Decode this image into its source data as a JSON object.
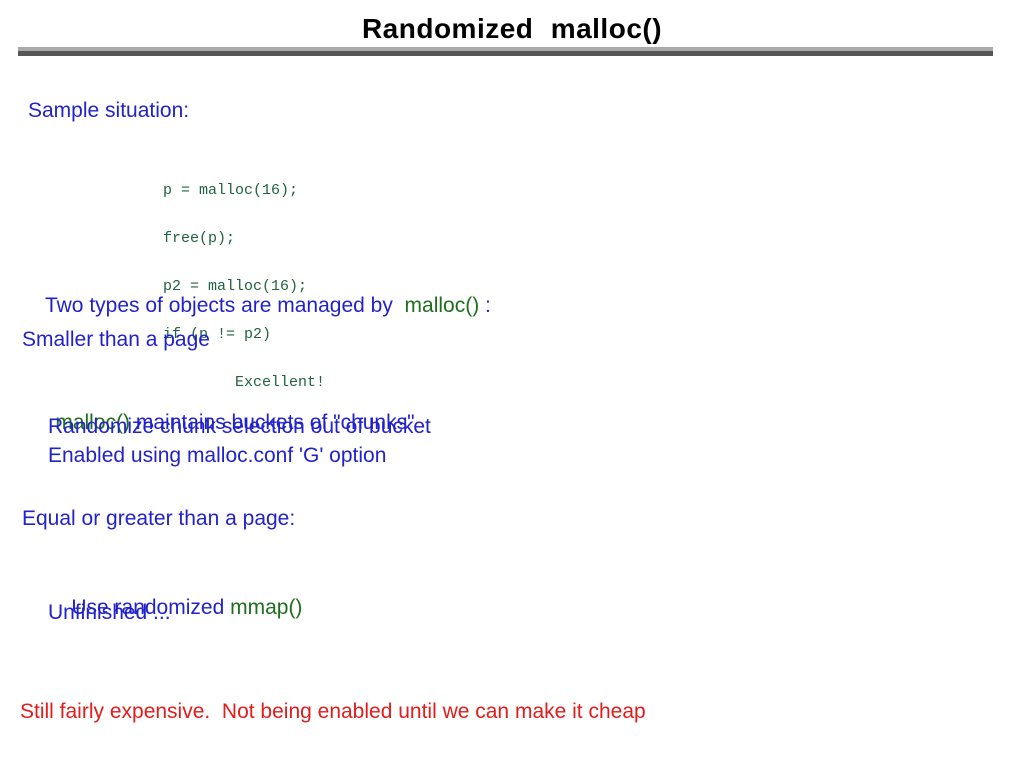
{
  "palette": {
    "blue": "#2222cc",
    "green": "#1d6f1d",
    "code_green": "#1f6340",
    "red": "#e31b1b",
    "title_black": "#000000",
    "rule_top": "#a9a9a9",
    "rule_bottom": "#565656"
  },
  "title": "Randomized malloc()",
  "sample_label": "Sample situation:",
  "code": {
    "lines": [
      "p = malloc(16);",
      "free(p);",
      "p2 = malloc(16);",
      "if (p != p2)",
      "        Excellent!"
    ]
  },
  "lines": {
    "two_types": {
      "pre": "Two types of objects are managed by  ",
      "fn": "malloc()",
      "post": " :"
    },
    "smaller": "Smaller than a page",
    "buckets": {
      "fn": "malloc()",
      "post": " maintains buckets of \"chunks\""
    },
    "randomize": "Randomize chunk selection out of bucket",
    "enabled": "Enabled using malloc.conf 'G' option",
    "equal": "Equal or greater than a page:",
    "use_random": {
      "pre": "Use randomized ",
      "fn": "mmap()"
    },
    "unfinished": "Unfinished ...",
    "footer": "Still fairly expensive.  Not being enabled until we can make it cheap"
  }
}
